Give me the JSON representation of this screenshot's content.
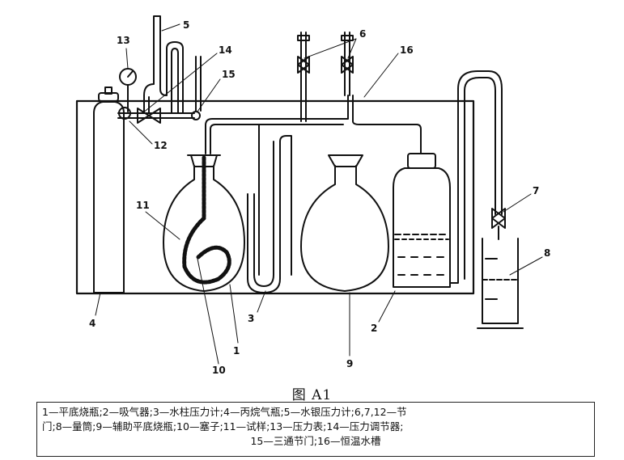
{
  "figure": {
    "title": "图 A1",
    "callouts": [
      "1",
      "2",
      "3",
      "4",
      "5",
      "6",
      "7",
      "8",
      "9",
      "10",
      "11",
      "12",
      "13",
      "14",
      "15",
      "16"
    ],
    "legend_lines": [
      "1—平底烧瓶;2—吸气器;3—水柱压力计;4—丙烷气瓶;5—水银压力计;6,7,12—节",
      "门;8—量筒;9—辅助平底烧瓶;10—塞子;11—试样;13—压力表;14—压力调节器;",
      "15—三通节门;16—恒温水槽"
    ]
  }
}
